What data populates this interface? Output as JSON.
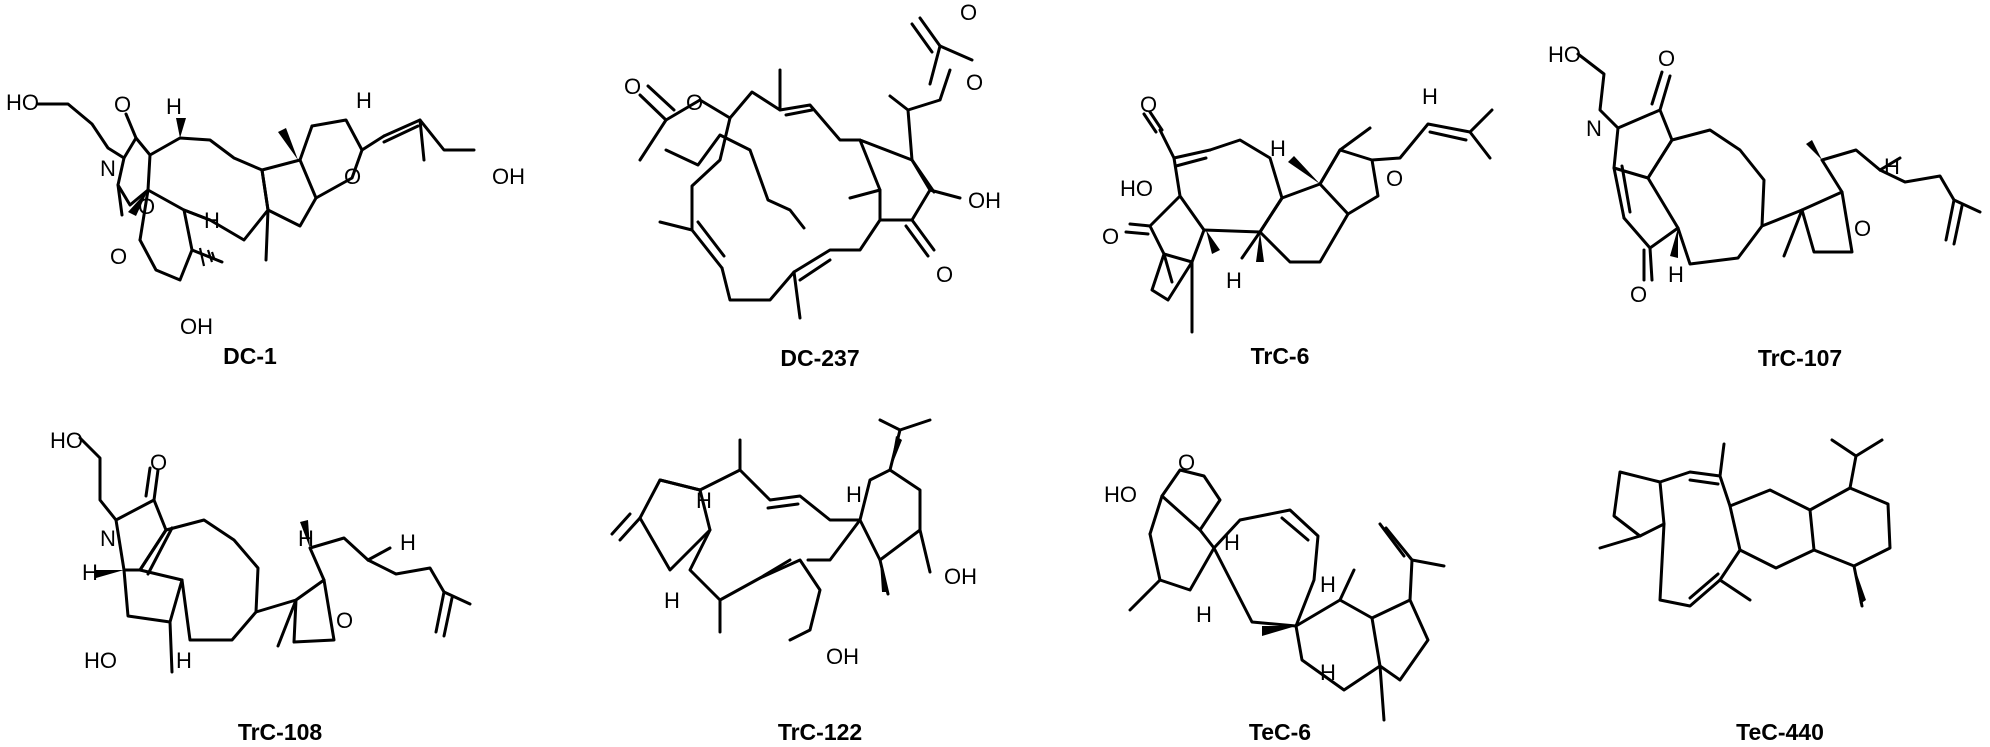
{
  "figure": {
    "compounds": [
      {
        "label": "DC-1",
        "atoms": [
          "HO",
          "O",
          "O",
          "N",
          "O",
          "H",
          "H",
          "O",
          "H",
          "OH",
          "OH"
        ]
      },
      {
        "label": "DC-237",
        "atoms": [
          "O",
          "O",
          "O",
          "O",
          "OH",
          "O"
        ]
      },
      {
        "label": "TrC-6",
        "atoms": [
          "O",
          "HO",
          "O",
          "H",
          "H",
          "O",
          "H"
        ]
      },
      {
        "label": "TrC-107",
        "atoms": [
          "HO",
          "N",
          "O",
          "O",
          "H",
          "H",
          "O"
        ]
      },
      {
        "label": "TrC-108",
        "atoms": [
          "HO",
          "O",
          "N",
          "H",
          "HO",
          "H",
          "H",
          "H",
          "O"
        ]
      },
      {
        "label": "TrC-122",
        "atoms": [
          "H",
          "H",
          "H",
          "OH",
          "OH"
        ]
      },
      {
        "label": "TeC-6",
        "atoms": [
          "HO",
          "O",
          "H",
          "H",
          "H",
          "H"
        ]
      },
      {
        "label": "TeC-440",
        "atoms": []
      }
    ]
  }
}
